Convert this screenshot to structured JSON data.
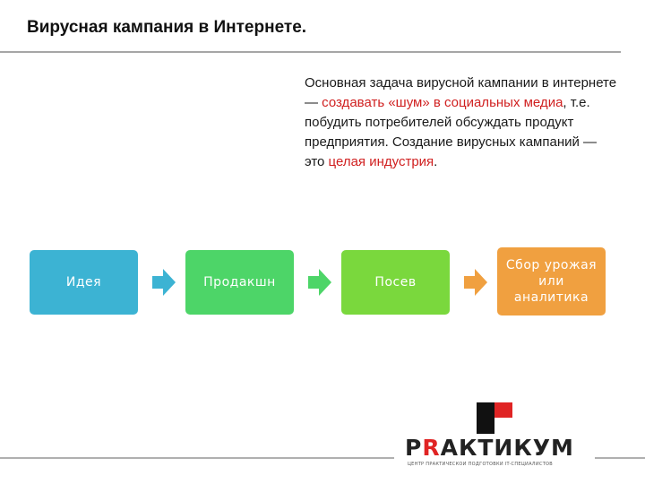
{
  "slide": {
    "title": "Вирусная кампания в Интернете."
  },
  "body": {
    "parts": [
      "Основная задача вирусной кампании в интернете — ",
      "создавать «шум» в социальных медиа",
      ", т.е. побудить потребителей обсуждать продукт предприятия. Создание вирусных кампаний — это ",
      "целая индустрия",
      "."
    ]
  },
  "flow": {
    "steps": [
      {
        "label": "Идея",
        "color": "#3cb3d3"
      },
      {
        "label": "Продакшн",
        "color": "#4dd568"
      },
      {
        "label": "Посев",
        "color": "#7ad83d"
      },
      {
        "lines": [
          "Сбор урожая",
          "или",
          "аналитика"
        ],
        "color": "#f0a040"
      }
    ],
    "arrow_colors": [
      "#3cb3d3",
      "#4dd568",
      "#f0a040"
    ]
  },
  "logo": {
    "word_start": "P",
    "word_red": "R",
    "word_end": "АКТИКУМ",
    "subtitle": "ЦЕНТР ПРАКТИЧЕСКОЙ ПОДГОТОВКИ IT-СПЕЦИАЛИСТОВ",
    "accent_color": "#e02424"
  }
}
